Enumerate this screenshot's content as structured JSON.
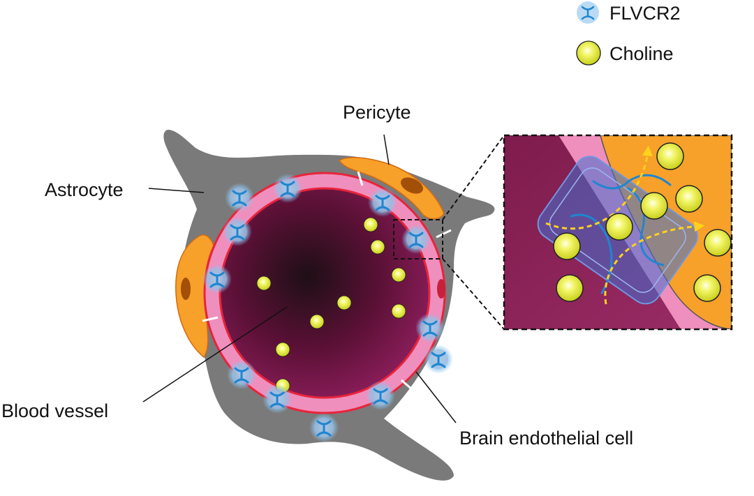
{
  "legend": {
    "items": [
      {
        "label": "FLVCR2",
        "icon": "flvcr2-transporter-icon"
      },
      {
        "label": "Choline",
        "icon": "choline-molecule-icon"
      }
    ]
  },
  "labels": {
    "pericyte": "Pericyte",
    "astrocyte": "Astrocyte",
    "blood_vessel": "Blood vessel",
    "endothelial": "Brain endothelial cell"
  },
  "colors": {
    "astrocyte": "#7a7a7a",
    "pericyte": "#f7a02a",
    "endothelial": "#ef8fbd",
    "membrane": "#e8243b",
    "lumen_center": "#1e0f16",
    "lumen_edge": "#8a1d5a",
    "choline": "#e4ea2c",
    "flvcr2": "#2a8fd6"
  }
}
